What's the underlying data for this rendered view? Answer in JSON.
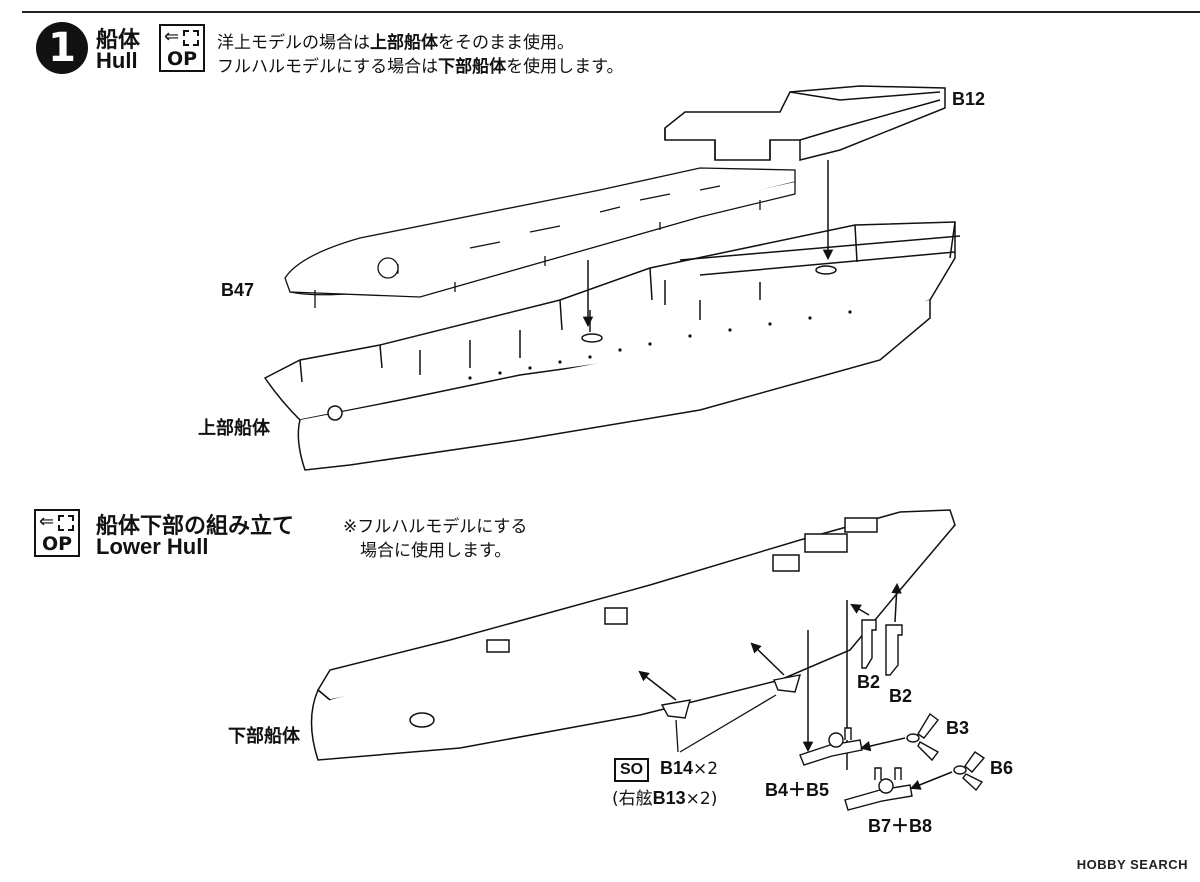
{
  "step1": {
    "number": "1",
    "title_jp": "船体",
    "title_en": "Hull",
    "op_label": "OP",
    "note_line1_a": "洋上モデルの場合は",
    "note_line1_b": "上部船体",
    "note_line1_c": "をそのまま使用。",
    "note_line2_a": "フルハルモデルにする場合は",
    "note_line2_b": "下部船体",
    "note_line2_c": "を使用します。",
    "part_b12": "B12",
    "part_b47": "B47",
    "upper_hull_label": "上部船体"
  },
  "step2": {
    "op_label": "OP",
    "title_jp": "船体下部の組み立て",
    "title_en": "Lower Hull",
    "note_line1": "※フルハルモデルにする",
    "note_line2": "場合に使用します。",
    "lower_hull_label": "下部船体",
    "part_b2_left": "B2",
    "part_b2_right": "B2",
    "part_b3": "B3",
    "part_b4_b5": "B4＋B5",
    "part_b6": "B6",
    "part_b7_b8": "B7＋B8",
    "so_label": "SO",
    "part_b14": "B14",
    "b14_qty": "×2",
    "b13_open": "(右舷",
    "part_b13": "B13",
    "b13_close": "×2)"
  },
  "watermark": "HOBBY SEARCH",
  "colors": {
    "ink": "#111111",
    "paper": "#ffffff",
    "hull_fill": "#ffffff",
    "shade": "#f2f2f2"
  }
}
